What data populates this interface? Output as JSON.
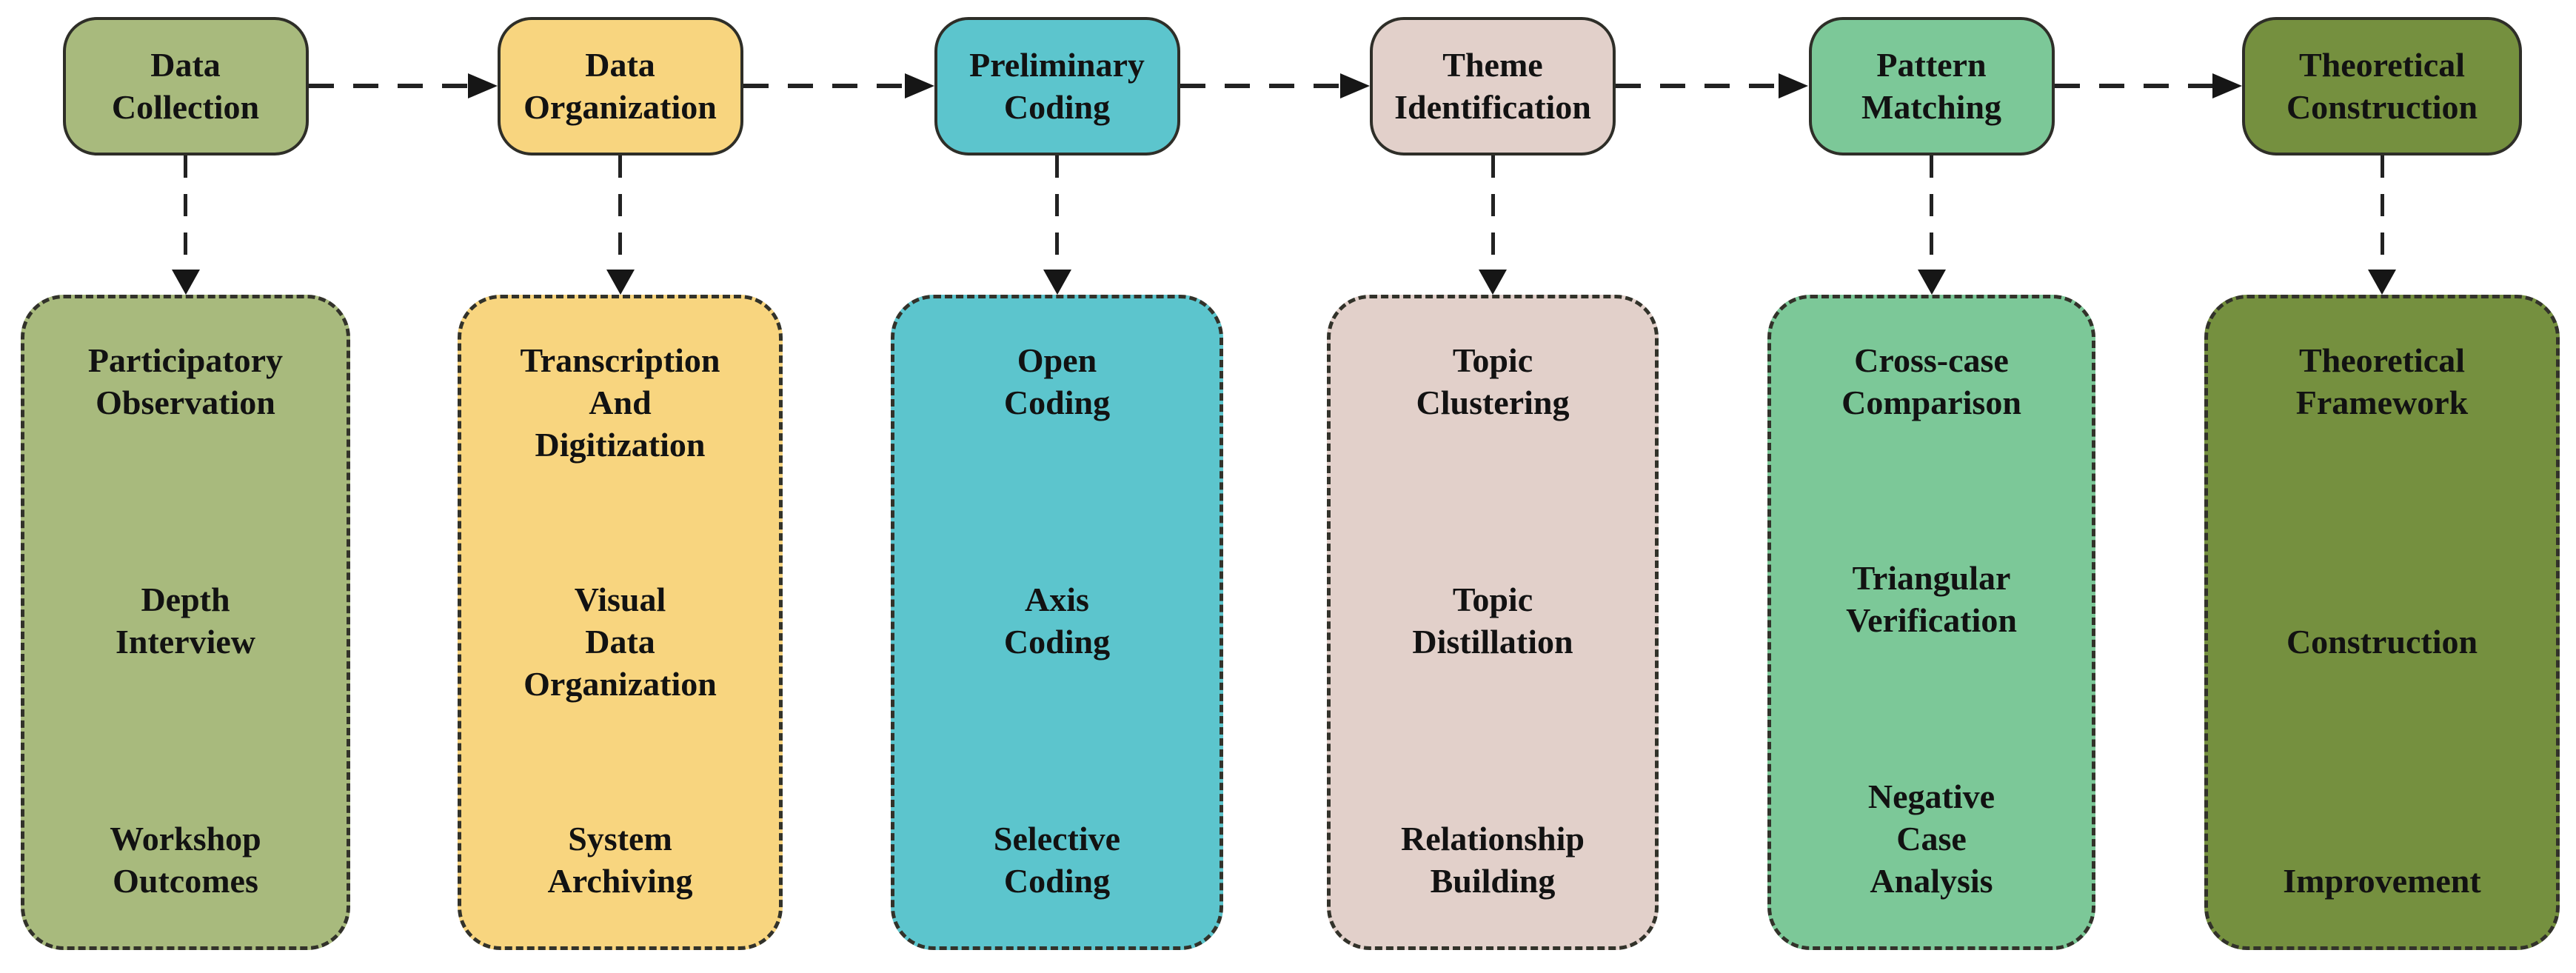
{
  "flowchart": {
    "arrow_color": "#1c1c1c",
    "columns": [
      {
        "id": "data-collection",
        "header": "Data\nCollection",
        "color": "#a8ba7d",
        "items": [
          "Participatory\nObservation",
          "Depth\nInterview",
          "Workshop\nOutcomes"
        ]
      },
      {
        "id": "data-organization",
        "header": "Data\nOrganization",
        "color": "#f8d57f",
        "items": [
          "Transcription\nAnd\nDigitization",
          "Visual\nData\nOrganization",
          "System\nArchiving"
        ]
      },
      {
        "id": "preliminary-coding",
        "header": "Preliminary\nCoding",
        "color": "#5cc5cd",
        "items": [
          "Open\nCoding",
          "Axis\nCoding",
          "Selective\nCoding"
        ]
      },
      {
        "id": "theme-identification",
        "header": "Theme\nIdentification",
        "color": "#e2d0ca",
        "items": [
          "Topic\nClustering",
          "Topic\nDistillation",
          "Relationship\nBuilding"
        ]
      },
      {
        "id": "pattern-matching",
        "header": "Pattern\nMatching",
        "color": "#7cc898",
        "items": [
          "Cross-case\nComparison",
          "Triangular\nVerification",
          "Negative\nCase\nAnalysis"
        ]
      },
      {
        "id": "theoretical-construction",
        "header": "Theoretical\nConstruction",
        "color": "#75903f",
        "items": [
          "Theoretical\nFramework",
          "Construction",
          "Improvement"
        ]
      }
    ]
  }
}
